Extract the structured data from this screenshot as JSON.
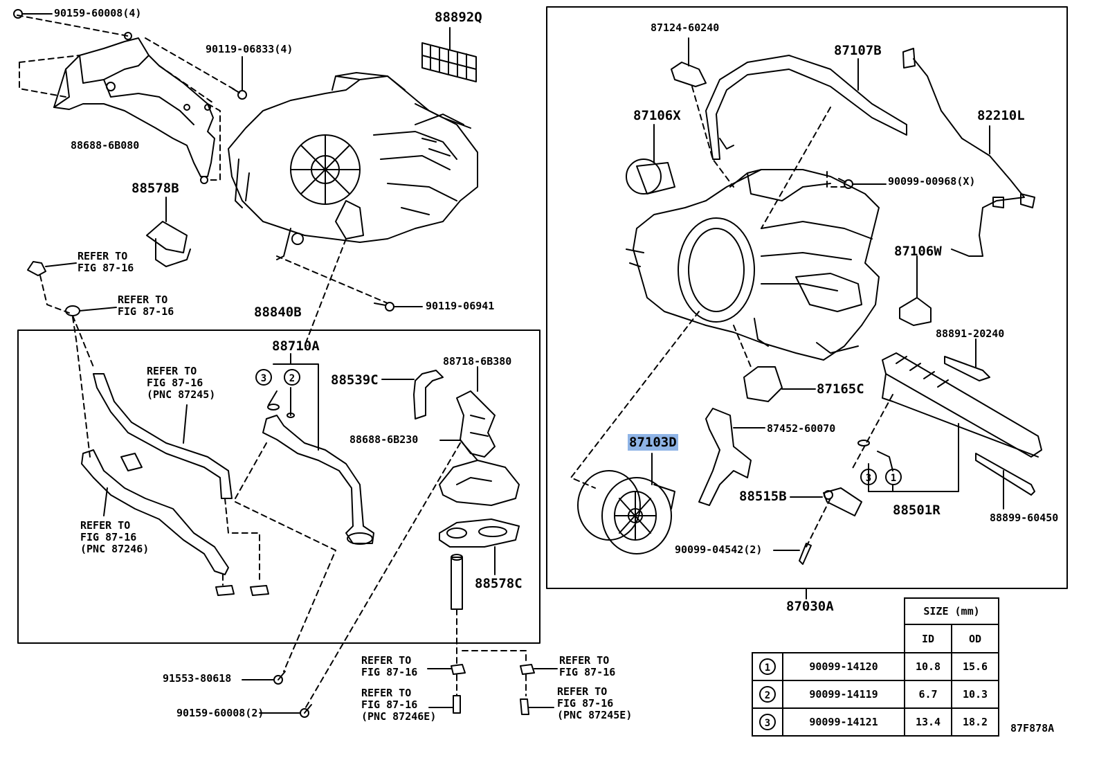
{
  "labels": {
    "p90159_60008_4": "90159-60008(4)",
    "p90119_06833_4": "90119-06833(4)",
    "p88892q": "88892Q",
    "p88688_6b080": "88688-6B080",
    "p88578b": "88578B",
    "p90119_06941": "90119-06941",
    "p88840b": "88840B",
    "p88710a": "88710A",
    "p88539c": "88539C",
    "p88718_6b380": "88718-6B380",
    "p88688_6b230": "88688-6B230",
    "p88578c": "88578C",
    "p91553_80618": "91553-80618",
    "p90159_60008_2": "90159-60008(2)",
    "p87124_60240": "87124-60240",
    "p87107b": "87107B",
    "p87106x": "87106X",
    "p82210l": "82210L",
    "p90099_00968": "90099-00968(X)",
    "p87106w": "87106W",
    "p88891_20240": "88891-20240",
    "p87165c": "87165C",
    "p87452_60070": "87452-60070",
    "p87103d": "87103D",
    "p88515b": "88515B",
    "p88501r": "88501R",
    "p88899_60450": "88899-60450",
    "p90099_04542": "90099-04542(2)",
    "p87030a": "87030A",
    "fig_code": "87F878A"
  },
  "refer_notes": {
    "r1_line1": "REFER TO",
    "r1_line2": "FIG 87-16",
    "r2_line1": "REFER TO",
    "r2_line2": "FIG 87-16",
    "r3_line1": "REFER TO",
    "r3_line2": "FIG 87-16",
    "r3_line3": "(PNC 87245)",
    "r4_line1": "REFER TO",
    "r4_line2": "FIG 87-16",
    "r4_line3": "(PNC 87246)",
    "r5_line1": "REFER TO",
    "r5_line2": "FIG 87-16",
    "r6_line1": "REFER TO",
    "r6_line2": "FIG 87-16",
    "r6_line3": "(PNC 87246E)",
    "r7_line1": "REFER TO",
    "r7_line2": "FIG 87-16",
    "r8_line1": "REFER TO",
    "r8_line2": "FIG 87-16",
    "r8_line3": "(PNC 87245E)"
  },
  "callouts": {
    "c3a": "3",
    "c2a": "2",
    "c3b": "3",
    "c1b": "1"
  },
  "size_table": {
    "header": "SIZE (mm)",
    "col_id": "ID",
    "col_od": "OD",
    "rows": [
      {
        "num": "1",
        "part": "90099-14120",
        "id": "10.8",
        "od": "15.6"
      },
      {
        "num": "2",
        "part": "90099-14119",
        "id": "6.7",
        "od": "10.3"
      },
      {
        "num": "3",
        "part": "90099-14121",
        "id": "13.4",
        "od": "18.2"
      }
    ]
  },
  "highlight_color": "#8fb4e6"
}
